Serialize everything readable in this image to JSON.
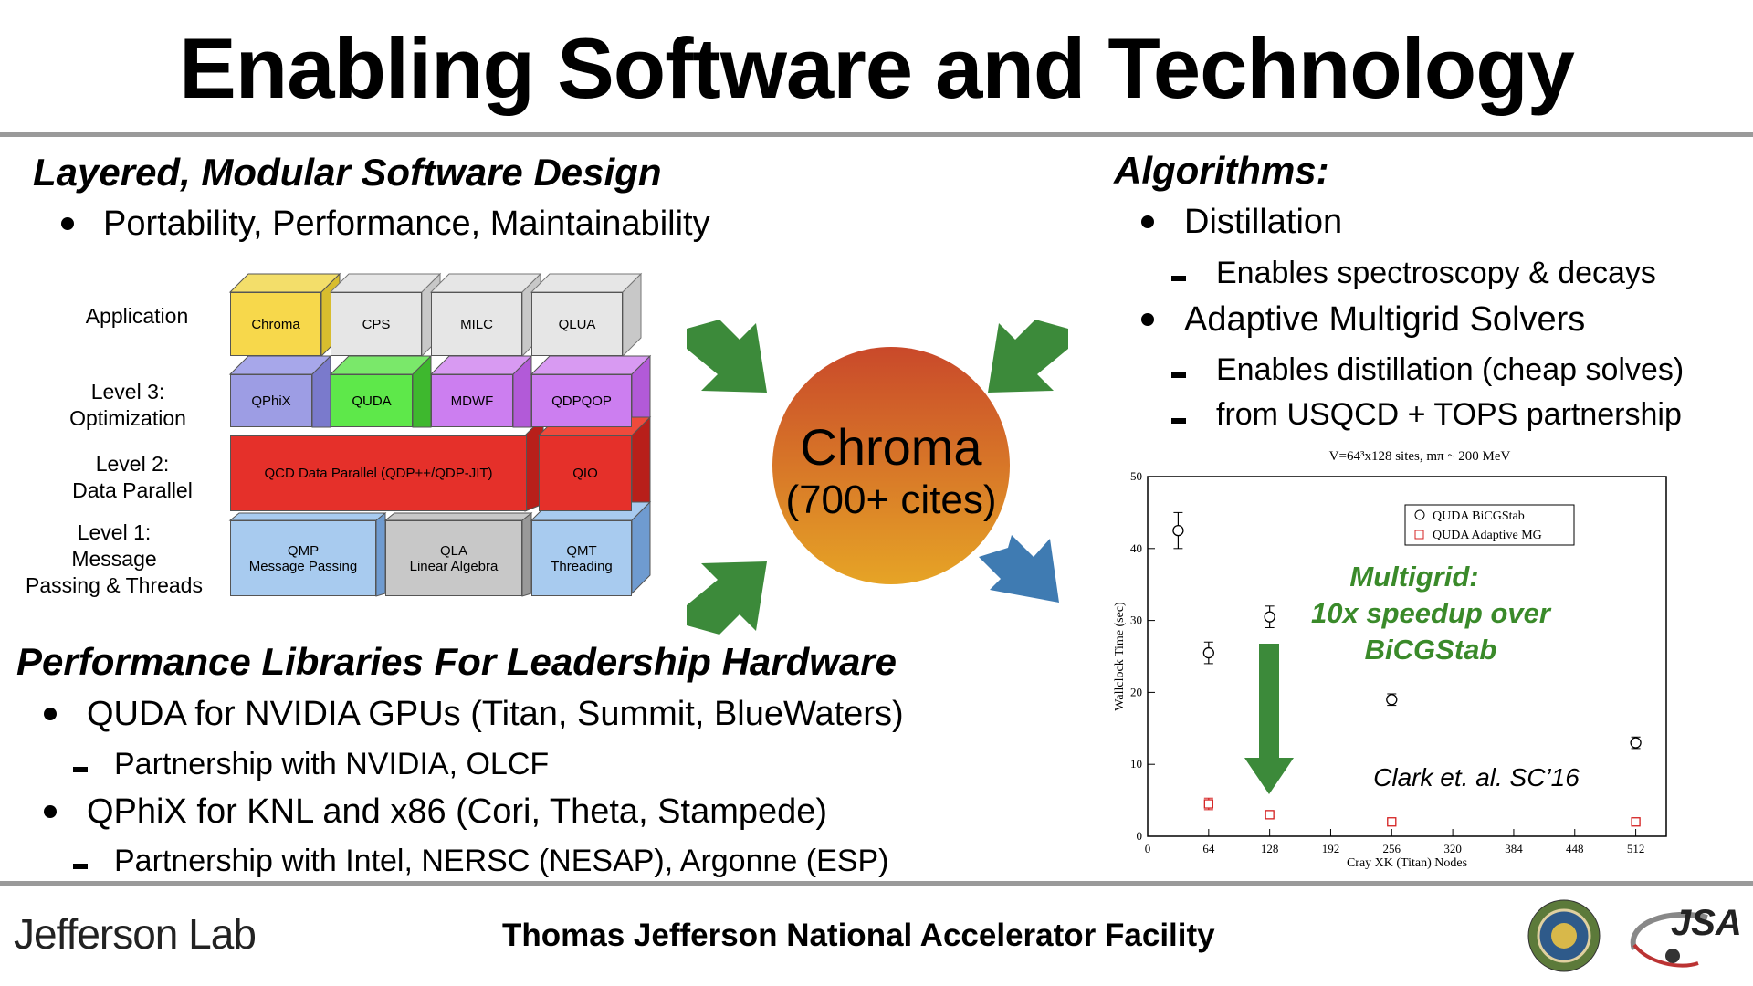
{
  "title": "Enabling Software and Technology",
  "left": {
    "heading1": "Layered, Modular Software Design",
    "bullet1": "Portability, Performance, Maintainability",
    "levels": {
      "application": "Application",
      "level3": [
        "Level 3:",
        "Optimization"
      ],
      "level2": [
        "Level 2:",
        "Data Parallel"
      ],
      "level1": [
        "Level 1:",
        "Message",
        "Passing & Threads"
      ]
    },
    "boxes": {
      "chroma": "Chroma",
      "cps": "CPS",
      "milc": "MILC",
      "qlua": "QLUA",
      "qphix": "QPhiX",
      "quda": "QUDA",
      "mdwf": "MDWF",
      "qdpqop": "QDPQOP",
      "qdp": "QCD Data Parallel (QDP++/QDP-JIT)",
      "qio": "QIO",
      "qmp": [
        "QMP",
        "Message Passing"
      ],
      "qla": [
        "QLA",
        "Linear Algebra"
      ],
      "qmt": [
        "QMT",
        "Threading"
      ]
    },
    "heading2": "Performance Libraries For Leadership Hardware",
    "bullets2": [
      {
        "text": "QUDA for NVIDIA GPUs (Titan, Summit, BlueWaters)",
        "sub": "Partnership with NVIDIA, OLCF"
      },
      {
        "text": "QPhiX for KNL and x86 (Cori, Theta, Stampede)",
        "sub": "Partnership with Intel, NERSC (NESAP), Argonne (ESP)"
      }
    ]
  },
  "center": {
    "line1": "Chroma",
    "line2": "(700+ cites)"
  },
  "right": {
    "heading": "Algorithms:",
    "items": [
      {
        "text": "Distillation",
        "subs": [
          "Enables spectroscopy & decays"
        ]
      },
      {
        "text": "Adaptive Multigrid Solvers",
        "subs": [
          "Enables distillation (cheap solves)",
          "from USQCD + TOPS partnership"
        ]
      }
    ]
  },
  "chart_data": {
    "type": "scatter",
    "title": "V=64³x128 sites, mπ ~ 200 MeV",
    "xlabel": "Cray XK (Titan) Nodes",
    "ylabel": "Wallclock Time (sec)",
    "xlim": [
      0,
      544
    ],
    "ylim": [
      0,
      50
    ],
    "xticks": [
      0,
      64,
      128,
      192,
      256,
      320,
      384,
      448,
      512
    ],
    "yticks": [
      0,
      10,
      20,
      30,
      40,
      50
    ],
    "series": [
      {
        "name": "QUDA BiCGStab",
        "marker": "circle",
        "color": "#000000",
        "points": [
          {
            "x": 32,
            "y": 42.5,
            "err": 2.5
          },
          {
            "x": 64,
            "y": 25.5,
            "err": 1.5
          },
          {
            "x": 128,
            "y": 30.5,
            "err": 1.5
          },
          {
            "x": 256,
            "y": 19,
            "err": 0.8
          },
          {
            "x": 512,
            "y": 13,
            "err": 0.8
          }
        ]
      },
      {
        "name": "QUDA Adaptive MG",
        "marker": "square",
        "color": "#d42020",
        "points": [
          {
            "x": 64,
            "y": 4.5,
            "err": 0.8
          },
          {
            "x": 128,
            "y": 3,
            "err": 0.3
          },
          {
            "x": 256,
            "y": 2,
            "err": 0.3
          },
          {
            "x": 512,
            "y": 2,
            "err": 0.3
          }
        ]
      }
    ],
    "annotation": [
      "Multigrid:",
      "10x speedup over",
      "BiCGStab"
    ],
    "citation": "Clark et. al. SC’16",
    "legend_position": "top-right",
    "annotation_color": "#3a8a2a"
  },
  "footer": {
    "logo": "Jefferson Lab",
    "title": "Thomas Jefferson National Accelerator Facility",
    "jsa": "JSA"
  }
}
